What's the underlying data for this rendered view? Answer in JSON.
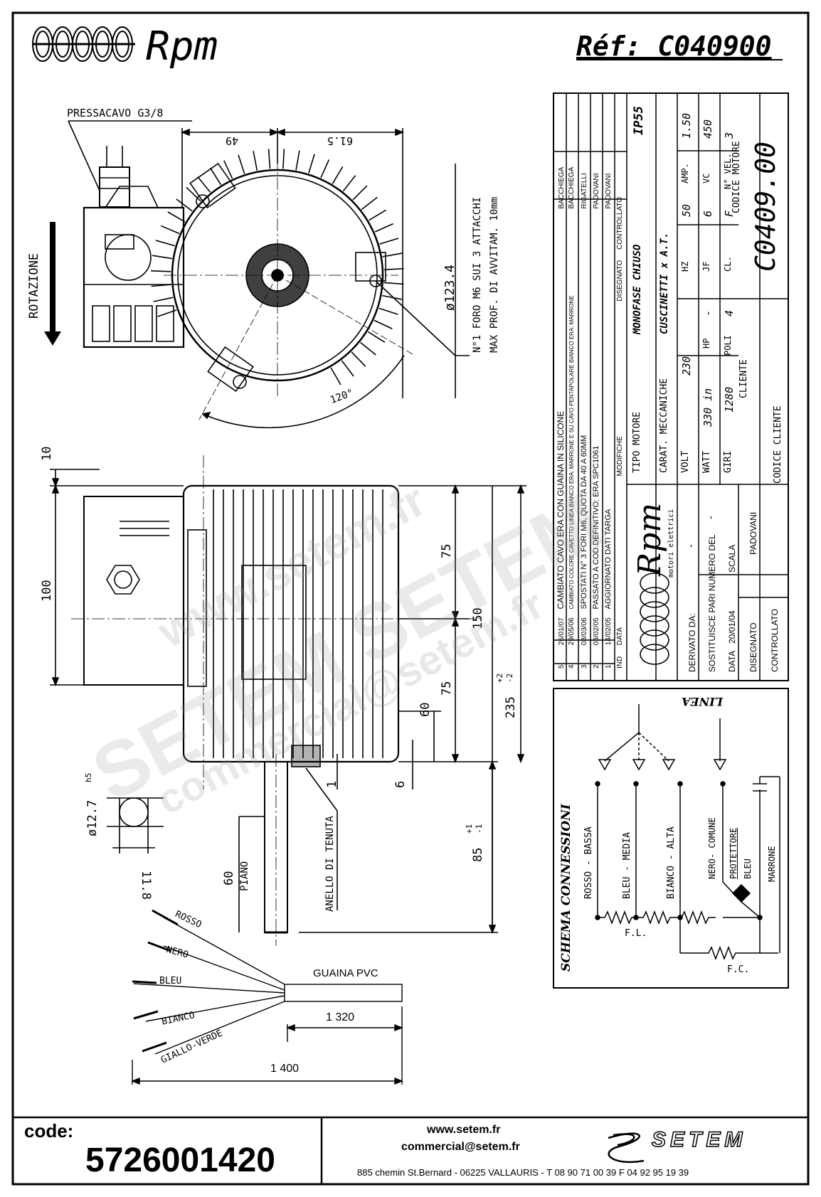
{
  "header": {
    "brand": "Rpm",
    "ref": "Réf:  C040900"
  },
  "top_view": {
    "cable_gland": "PRESSACAVO G3/8",
    "dim_49": "49",
    "dim_61_5": "61.5",
    "rotation": "ROTAZIONE",
    "diameter": "ø123.4",
    "holes_line1": "N°1 FORO M6 SUI 3 ATTACCHI",
    "holes_line2": "MAX PROF. DI AVVITAM. 10mm",
    "angle": "120°"
  },
  "side_view": {
    "dim_10": "10",
    "dim_100": "100",
    "dim_75a": "75",
    "dim_75b": "75",
    "dim_150": "150",
    "dim_60": "60",
    "dim_235": "235",
    "dim_235_tol_plus": "+2",
    "dim_235_tol_minus": "-2",
    "dim_1": "1",
    "dim_6": "6",
    "dim_85": "85",
    "dim_85_tol_plus": "+1",
    "dim_85_tol_minus": "-1",
    "seal": "ANELLO DI TENUTA",
    "flat_60": "60",
    "flat_label": "PIANO",
    "shaft_d": "ø12.7",
    "shaft_tol": "h5",
    "shaft_flat": "11.8"
  },
  "cable": {
    "wires": [
      "ROSSO",
      "NERO",
      "BLEU",
      "BIANCO",
      "GIALLO-VERDE"
    ],
    "sheath": "GUAINA PVC",
    "dim_320": "1 320",
    "dim_400": "1 400"
  },
  "revisions": {
    "rows": [
      {
        "ind": "5",
        "date": "26/01/07",
        "text": "CAMBIATO CAVO ERA CON GUAINA IN SILICONE",
        "by": "BACCHIEGA"
      },
      {
        "ind": "4",
        "date": "29/05/06",
        "text": "CAMBIATO COLORE CAVETTO LINEA BIANCO ERA: MARRONE E SU CAVO PENTAPOLARE BIANCO ERA: MARRONE",
        "by": "BACCHIEGA"
      },
      {
        "ind": "3",
        "date": "08/03/06",
        "text": "SPOSTATI N° 3 FORI M6, QUOTA DA 40 A 60MM",
        "by": "RIGATELLI"
      },
      {
        "ind": "2",
        "date": "03/02/05",
        "text": "PASSATO A COD.DEFINITIVO: ERA SPC1061",
        "by": "PADOVANI"
      },
      {
        "ind": "1",
        "date": "14/02/05",
        "text": "AGGIORNATO DATI TARGA",
        "by": "PADOVANI"
      }
    ],
    "head_ind": "IND",
    "head_date": "DATA",
    "head_mod": "MODIFICHE",
    "head_drawn": "DISEGNATO",
    "head_checked": "CONTROLLATO"
  },
  "specs": {
    "motor_type_label": "TIPO MOTORE",
    "motor_type": "MONOFASE CHIUSO",
    "ip": "IP55",
    "mech_label": "CARAT. MECCANICHE",
    "mech": "CUSCINETTI x A.T.",
    "volt_label": "VOLT",
    "volt": "230",
    "hz_label": "HZ",
    "hz": "50",
    "amp_label": "AMP.",
    "amp": "1.50",
    "watt_label": "WATT",
    "watt": "330 in",
    "hp_label": "HP",
    "hp": "-",
    "jf_label": "JF",
    "jf": "6",
    "vc_label": "VC",
    "vc": "450",
    "giri_label": "GIRI",
    "giri": "1280",
    "poli_label": "POLI",
    "poli": "4",
    "cl_label": "CL.",
    "cl": "F",
    "vel_label": "N° VEL.",
    "vel": "3",
    "client_label": "CLIENTE",
    "motor_code_label": "CODICE MOTORE",
    "motor_code": "C0409.00",
    "client_code_label": "CODICE CLIENTE",
    "derived_label": "DERIVATO DA:",
    "derived": "-",
    "replaces_label": "SOSTITUISCE PARI NUMERO DEL",
    "replaces": "-",
    "date_label": "DATA",
    "date": "20/01/04",
    "scale_label": "SCALA",
    "drawn_label": "DISEGNATO",
    "drawn": "PADOVANI",
    "checked_label": "CONTROLLATO",
    "logo_text": "Rpm",
    "logo_sub": "motori elettrici"
  },
  "schema": {
    "title": "SCHEMA CONNESSIONI",
    "linea": "LINEA",
    "rosso": "ROSSO - BASSA",
    "bleu": "BLEU - MEDIA",
    "bianco": "BIANCO - ALTA",
    "nero": "NERO- COMUNE",
    "protettore": "PROTETTORE",
    "bleu2": "BLEU",
    "marrone": "MARRONE",
    "fl": "F.L.",
    "fc": "F.C."
  },
  "watermark": {
    "line1": "www.setem.fr",
    "line2": "SETEM SETEM",
    "line3": "commercial@setem.fr"
  },
  "footer": {
    "code_label": "code:",
    "code": "5726001420",
    "site": "www.setem.fr",
    "email": "commercial@setem.fr",
    "address": "885 chemin St.Bernard  -  06225 VALLAURIS  -  T 08 90 71 00 39   F 04 92 95 19 39",
    "brand": "SETEM"
  }
}
